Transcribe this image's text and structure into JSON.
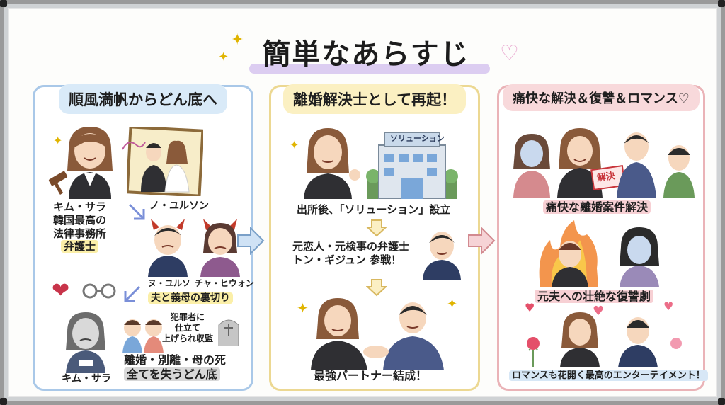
{
  "header": {
    "title": "簡単なあらすじ"
  },
  "panels": [
    {
      "title": "順風満帆からどん底へ",
      "labels": {
        "kim_profile": [
          "キム・サラ",
          "韓国最高の",
          "法律事務所",
          "弁護士"
        ],
        "husband": "ノ・ユルソン",
        "husband_short": "ノ・ユルソン",
        "husband_alt": "ヌ・ユルソ",
        "mother": "チャ・ヒウォン",
        "betrayal": "夫と義母の裏切り",
        "framed": [
          "犯罪者に",
          "仕立て",
          "上げられ収監"
        ],
        "kim_bottom": "キム・サラ",
        "loss": [
          "離婚・別離・母の死",
          "全てを失うどん底"
        ]
      }
    },
    {
      "title": "離婚解決士として再起！",
      "labels": {
        "building_sign": "ソリューション",
        "founded": "出所後、「ソリューション」設立",
        "partner": [
          "元恋人・元検事の弁護士",
          "トン・ギジュン 参戦！"
        ],
        "team": "最強パートナー結成！"
      }
    },
    {
      "title": "痛快な解決＆復讐＆ロマンス♡",
      "labels": {
        "stamp": "解決",
        "cases": "痛快な離婚案件解決",
        "revenge": "元夫への壮絶な復讐劇",
        "romance": "ロマンスも花開く最高のエンターテイメント！"
      }
    }
  ],
  "colors": {
    "panel1_border": "#a9c8e8",
    "panel2_border": "#ecd892",
    "panel3_border": "#eab3b7",
    "title_highlight": "#d8c8ef"
  }
}
